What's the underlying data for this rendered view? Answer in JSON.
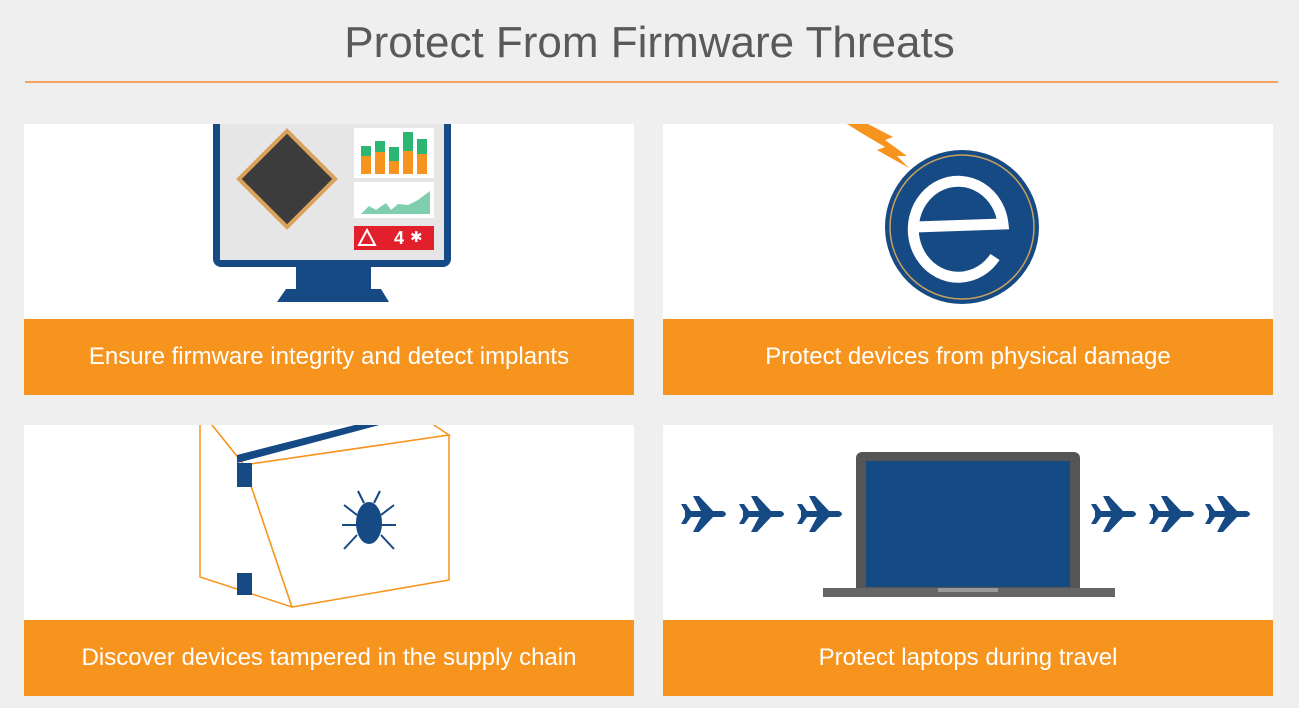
{
  "title": "Protect From Firmware Threats",
  "cards": [
    {
      "caption": "Ensure firmware integrity and detect implants",
      "icon": "monitor-chip-icon"
    },
    {
      "caption": "Protect devices from physical damage",
      "icon": "lightning-e-icon"
    },
    {
      "caption": "Discover devices tampered in the supply chain",
      "icon": "box-bug-icon"
    },
    {
      "caption": "Protect laptops during travel",
      "icon": "laptop-plane-icon"
    }
  ],
  "monitor_alert_count": "4",
  "colors": {
    "orange": "#f7941d",
    "navy": "#164a84",
    "green": "#2bb673",
    "red": "#e2202c"
  }
}
